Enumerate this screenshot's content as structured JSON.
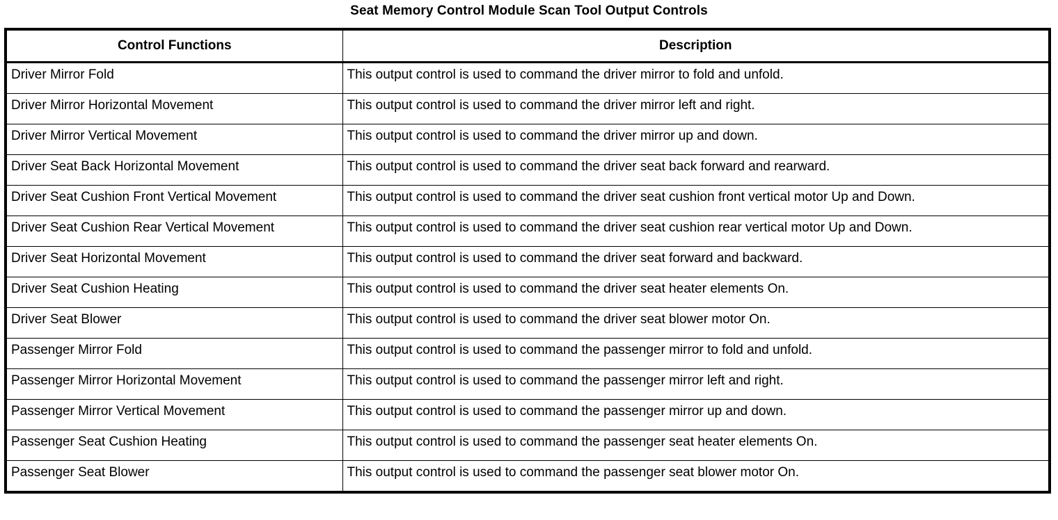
{
  "document": {
    "title": "Seat Memory Control Module Scan Tool Output Controls"
  },
  "table": {
    "columns": [
      {
        "key": "control_function",
        "label": "Control Functions"
      },
      {
        "key": "description",
        "label": "Description"
      }
    ],
    "rows": [
      {
        "control_function": "Driver Mirror Fold",
        "description": "This output control is used to command the driver mirror to fold and unfold."
      },
      {
        "control_function": "Driver Mirror Horizontal Movement",
        "description": "This output control is used to command the driver mirror left and right."
      },
      {
        "control_function": "Driver Mirror Vertical Movement",
        "description": "This output control is used to command the driver mirror up and down."
      },
      {
        "control_function": "Driver Seat Back Horizontal Movement",
        "description": "This output control is used to command the driver seat back forward and rearward."
      },
      {
        "control_function": "Driver Seat Cushion Front Vertical Movement",
        "description": "This output control is used to command the driver seat cushion front vertical motor Up and Down."
      },
      {
        "control_function": "Driver Seat Cushion Rear Vertical Movement",
        "description": "This output control is used to command the driver seat cushion rear vertical motor Up and Down."
      },
      {
        "control_function": "Driver Seat Horizontal Movement",
        "description": "This output control is used to command the driver seat forward and backward."
      },
      {
        "control_function": "Driver Seat Cushion Heating",
        "description": "This output control is used to command the driver seat heater elements On."
      },
      {
        "control_function": "Driver Seat Blower",
        "description": "This output control is used to command the driver seat blower motor On."
      },
      {
        "control_function": "Passenger Mirror Fold",
        "description": "This output control is used to command the passenger mirror to fold and unfold."
      },
      {
        "control_function": "Passenger Mirror Horizontal Movement",
        "description": "This output control is used to command the passenger mirror left and right."
      },
      {
        "control_function": "Passenger Mirror Vertical Movement",
        "description": "This output control is used to command the passenger mirror up and down."
      },
      {
        "control_function": "Passenger Seat Cushion Heating",
        "description": "This output control is used to command the passenger seat heater elements On."
      },
      {
        "control_function": "Passenger Seat Blower",
        "description": "This output control is used to command the passenger seat blower motor On."
      }
    ]
  },
  "colors": {
    "text": "#000000",
    "background": "#ffffff",
    "border": "#000000"
  }
}
